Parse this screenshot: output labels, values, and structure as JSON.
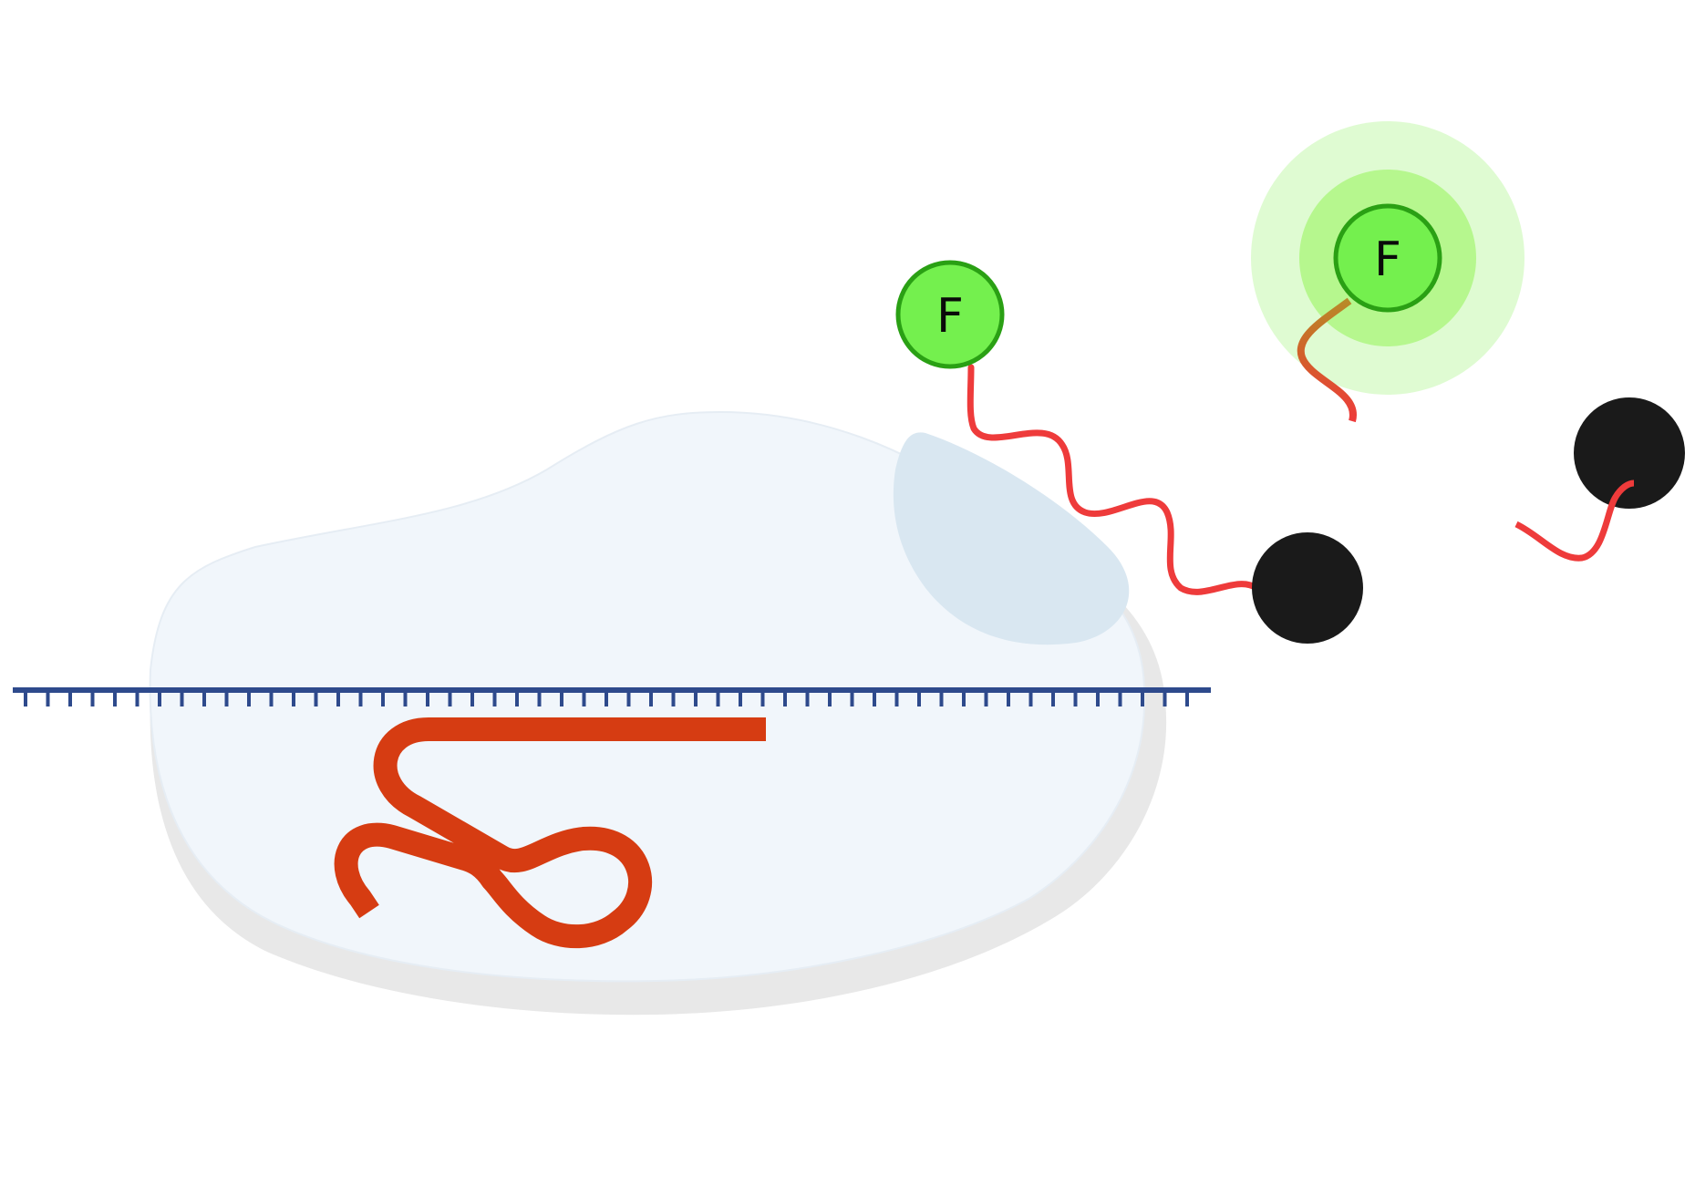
{
  "diagram": {
    "fluorophores": [
      {
        "id": "fluorophore-quenched",
        "label": "F",
        "state": "quenched"
      },
      {
        "id": "fluorophore-released",
        "label": "F",
        "state": "fluorescent"
      }
    ],
    "colors": {
      "background": "#ffffff",
      "enzyme_body": "#f1f6fb",
      "enzyme_shadow": "#e8e8e8",
      "enzyme_pocket": "#d9e7f1",
      "dna_strand": "#2e4a8c",
      "primer_strand": "#d63c12",
      "probe_strand": "#ee3b3b",
      "fluorophore_fill": "#74f04e",
      "fluorophore_stroke": "#2aa014",
      "glow_outer": "#dffbd2",
      "glow_inner": "#b6f78e",
      "quencher": "#1a1a1a"
    }
  }
}
